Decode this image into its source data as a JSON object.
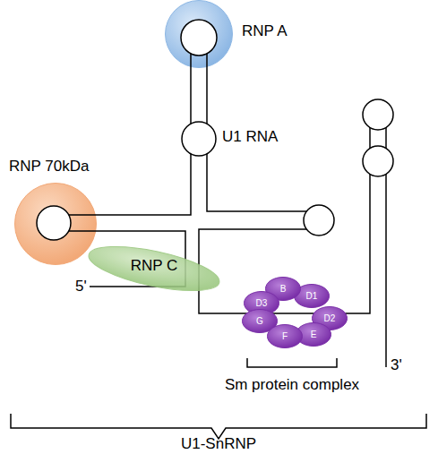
{
  "diagram": {
    "nodes": [
      {
        "text": [
          "RNP A"
        ]
      },
      {
        "text": [
          "RNP 70kDa"
        ]
      },
      {
        "text": [
          "RNP C"
        ]
      },
      {
        "text": [
          "B"
        ]
      },
      {
        "text": [
          "D1"
        ]
      },
      {
        "text": [
          "D3"
        ]
      },
      {
        "text": [
          "G"
        ]
      },
      {
        "text": [
          "D2"
        ]
      },
      {
        "text": [
          "F"
        ]
      },
      {
        "text": [
          "E"
        ]
      }
    ],
    "labels": [
      "U1 RNA",
      "5'",
      "3'",
      "Sm protein complex",
      "U1-SnRNP"
    ]
  }
}
